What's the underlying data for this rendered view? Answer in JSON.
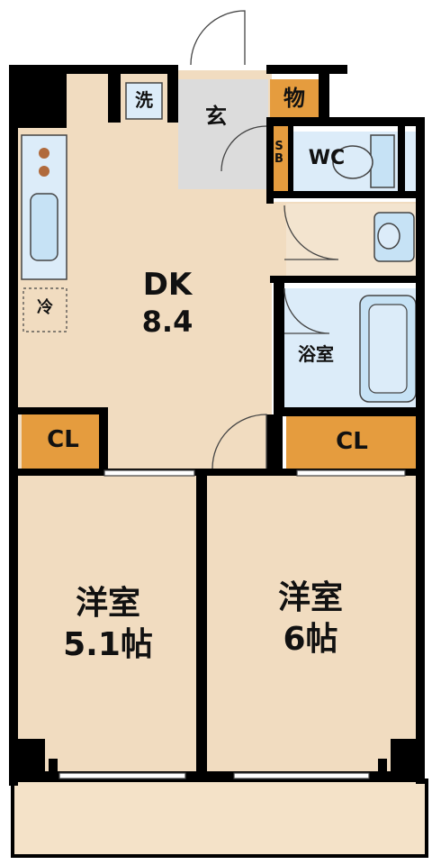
{
  "colors": {
    "floor": "#f1dcc0",
    "wet": "#dcecf9",
    "entry": "#dcdcdc",
    "storage": "#e59c3e",
    "wall": "#000000",
    "balcony": "#f4e2c8",
    "fixture_blue": "#c6e2f5"
  },
  "rooms": {
    "dk_name": "DK",
    "dk_size": "8.4",
    "bath": "浴室",
    "wc": "WC",
    "washer": "洗",
    "entrance": "玄",
    "storage": "物",
    "shoebox": "S\nB",
    "fridge": "冷",
    "closet_left": "CL",
    "closet_right": "CL",
    "western_left_name": "洋室",
    "western_left_size": "5.1帖",
    "western_right_name": "洋室",
    "western_right_size": "6帖"
  },
  "icons": [
    "door-swing-icon",
    "toilet-icon",
    "bathtub-icon",
    "sink-icon",
    "stove-icon",
    "washbasin-icon"
  ]
}
